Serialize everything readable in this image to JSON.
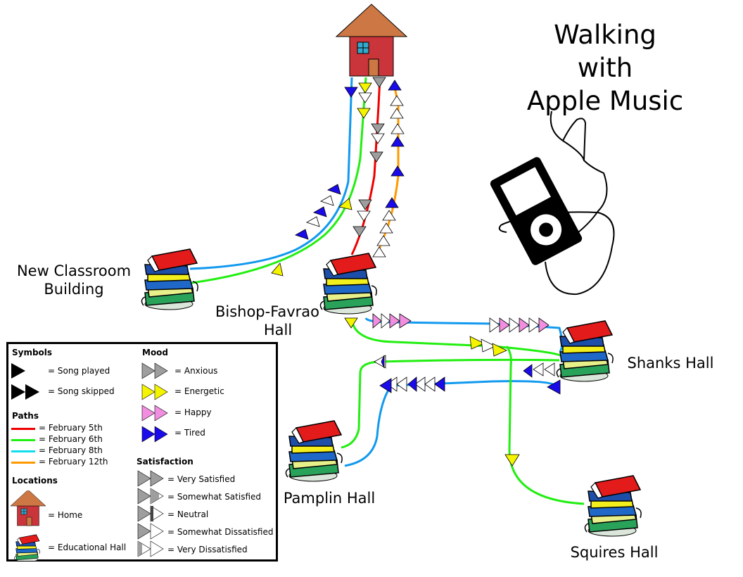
{
  "title_lines": [
    "Walking",
    "with",
    "Apple Music"
  ],
  "locations": {
    "new_classroom": [
      "New Classroom",
      "Building"
    ],
    "bishop": [
      "Bishop-Favrao",
      "Hall"
    ],
    "shanks": "Shanks Hall",
    "pamplin": "Pamplin Hall",
    "squires": "Squires Hall"
  },
  "legend": {
    "symbols_heading": "Symbols",
    "symbols": {
      "played": "= Song played",
      "skipped": "= Song skipped"
    },
    "paths_heading": "Paths",
    "paths": [
      {
        "label": "= February 5th",
        "color": "#ef0000"
      },
      {
        "label": "= February 6th",
        "color": "#22ee11"
      },
      {
        "label": "= February 8th",
        "color": "#11ddee"
      },
      {
        "label": "= February 12th",
        "color": "#ff9900"
      }
    ],
    "locations_heading": "Locations",
    "locations": {
      "home": "= Home",
      "hall": "= Educational Hall"
    },
    "mood_heading": "Mood",
    "moods": [
      {
        "label": "= Anxious",
        "color": "#9e9e9e"
      },
      {
        "label": "= Energetic",
        "color": "#f4f400"
      },
      {
        "label": "= Happy",
        "color": "#f28ee0"
      },
      {
        "label": "= Tired",
        "color": "#1a0bea"
      }
    ],
    "satisfaction_heading": "Satisfaction",
    "satisfaction": [
      {
        "label": "= Very Satisfied",
        "fill": 1.0
      },
      {
        "label": "= Somewhat Satisfied",
        "fill": 0.75
      },
      {
        "label": "= Neutral",
        "fill": 0.5
      },
      {
        "label": "= Somewhat Dissatisfied",
        "fill": 0.25
      },
      {
        "label": "= Very Dissatisfied",
        "fill": 0.1
      }
    ]
  },
  "colors": {
    "red_path": "#ef0000",
    "green_path": "#22ee11",
    "blue_path": "#1199ee",
    "orange_path": "#ff9900",
    "house_wall": "#c9353a",
    "house_roof": "#cc7744"
  }
}
